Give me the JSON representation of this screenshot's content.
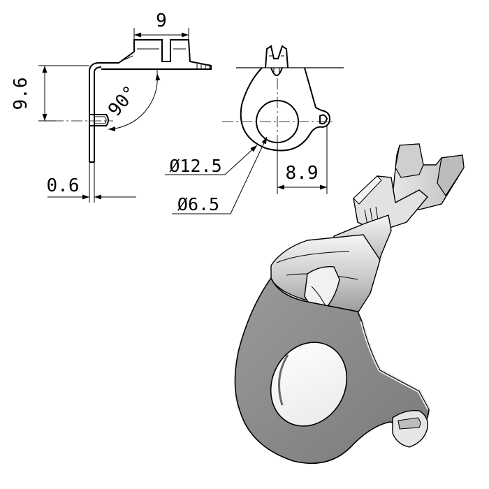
{
  "drawing": {
    "dimensions": {
      "width_top": "9",
      "height_left": "9.6",
      "angle": "90°",
      "thickness": "0.6",
      "diameter_outer": "Ø12.5",
      "diameter_hole": "Ø6.5",
      "offset_right": "8.9"
    }
  },
  "colors": {
    "line": "#000000",
    "metal_face": "#8a8a8a",
    "metal_light": "#d4d4d4",
    "metal_highlight": "#f4f4f4",
    "metal_dark": "#5e5e5e"
  }
}
